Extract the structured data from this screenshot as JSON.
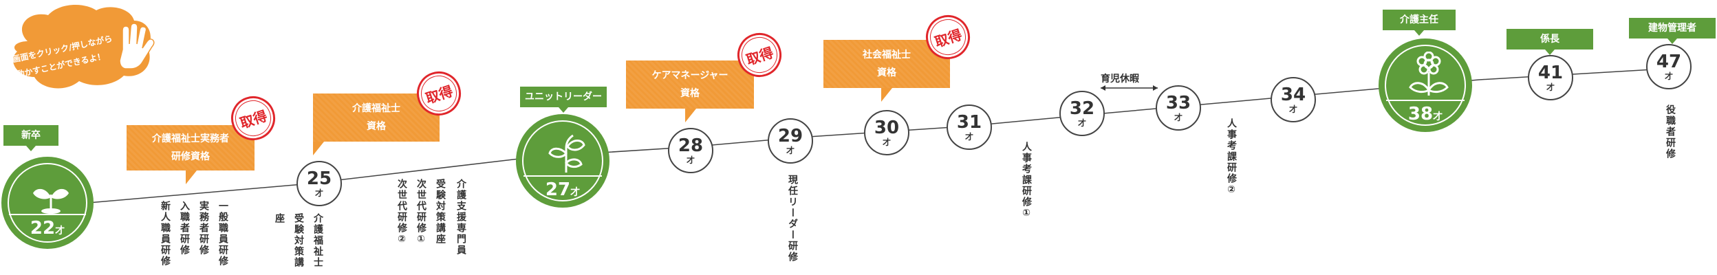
{
  "hint": {
    "line1": "画面をクリック/押しながら",
    "line2": "動かすことができるよ！"
  },
  "colors": {
    "green": "#5e9d3b",
    "orange": "#f19a37",
    "red": "#e0262b",
    "cloud": "#f19a37"
  },
  "stamp_text": "取得",
  "unit": "才",
  "big_milestones": [
    {
      "age": "22",
      "title": "新卒",
      "icon": "sprout-icon"
    },
    {
      "age": "27",
      "title": "ユニットリーダー",
      "icon": "seedling-icon"
    },
    {
      "age": "38",
      "title": "介護主任",
      "icon": "flower-icon"
    }
  ],
  "ages": [
    "25",
    "28",
    "29",
    "30",
    "31",
    "32",
    "33",
    "34",
    "41",
    "47"
  ],
  "positions": {
    "age41": "係長",
    "age47": "建物管理者"
  },
  "qualifications": [
    {
      "line1": "介護福祉士実務者",
      "line2": "研修資格"
    },
    {
      "line1": "介護福祉士",
      "line2": "資格"
    },
    {
      "line1": "ケアマネージャー",
      "line2": "資格"
    },
    {
      "line1": "社会福祉士",
      "line2": "資格"
    }
  ],
  "leave": {
    "label": "育児休暇"
  },
  "trainings": {
    "age22": [
      "新人職員研修",
      "入職者研修",
      "実務者研修",
      "一般職員研修"
    ],
    "age25": [
      "座",
      "受験対策講",
      "介護福祉士"
    ],
    "age27": [
      "次世代研修②",
      "次世代研修①",
      "受験対策講座",
      "介護支援専門員"
    ],
    "age29": [
      "現任リーダー研修"
    ],
    "age31": [
      "人事考課研修①"
    ],
    "age33": [
      "人事考課研修②"
    ],
    "age47": [
      "役職者研修"
    ]
  }
}
